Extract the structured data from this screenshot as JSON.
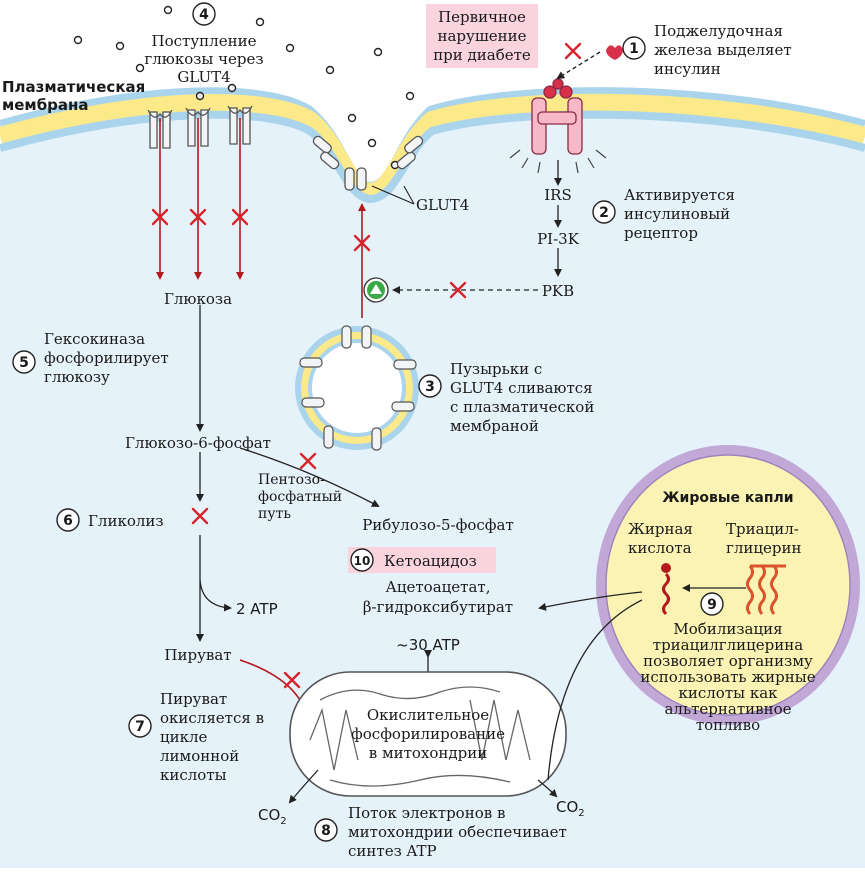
{
  "labels": {
    "membrane": [
      "Плазматическая",
      "мембрана"
    ],
    "step4": {
      "num": "4",
      "lines": [
        "Поступление",
        "глюкозы через",
        "GLUT4"
      ]
    },
    "primary": [
      "Первичное",
      "нарушение",
      "при диабете"
    ],
    "step1": {
      "num": "1",
      "lines": [
        "Поджелудочная",
        "железа выделяет",
        "инсулин"
      ]
    },
    "step2": {
      "num": "2",
      "lines": [
        "Активируется",
        "инсулиновый",
        "рецептор"
      ]
    },
    "step3": {
      "num": "3",
      "lines": [
        "Пузырьки с",
        "GLUT4 сливаются",
        "с плазматической",
        "мембраной"
      ]
    },
    "step5": {
      "num": "5",
      "lines": [
        "Гексокиназа",
        "фосфорилирует",
        "глюкозу"
      ]
    },
    "step6": {
      "num": "6",
      "text": "Гликолиз"
    },
    "step7": {
      "num": "7",
      "lines": [
        "Пируват",
        "окисляется в",
        "цикле",
        "лимонной",
        "кислоты"
      ]
    },
    "step8": {
      "num": "8",
      "lines": [
        "Поток электронов в",
        "митохондрии обеспечивает",
        "синтез ATP"
      ]
    },
    "step9": {
      "num": "9",
      "lines": [
        "Мобилизация",
        "триацилглицерина",
        "позволяет организму",
        "использовать жирные",
        "кислоты как",
        "альтернативное",
        "топливо"
      ]
    },
    "step10": {
      "num": "10",
      "text": "Кетоацидоз"
    },
    "glut4_surface": "GLUT4",
    "irs": "IRS",
    "pi3k": "PI-3K",
    "pkb": "PKB",
    "glucose": "Глюкоза",
    "g6p": "Глюкозо-6-фосфат",
    "pentose": [
      "Пентозо-",
      "фосфатный",
      "путь"
    ],
    "ribulose": "Рибулозо-5-фосфат",
    "ketone_bodies": [
      "Ацетоацетат,",
      "β-гидроксибутират"
    ],
    "atp2": "2 ATP",
    "pyruvate": "Пируват",
    "atp30": "~30 ATP",
    "mito": [
      "Окислительное",
      "фосфорилирование",
      "в митохондрии"
    ],
    "co2": "CO",
    "co2_sub": "2",
    "fat_title": "Жировые капли",
    "fatty_acid": [
      "Жирная",
      "кислота"
    ],
    "tag": [
      "Триацил-",
      "глицерин"
    ]
  },
  "colors": {
    "membrane_yellow": "#fbe98a",
    "membrane_blue": "#a9d4ec",
    "cell": "#e6f2fa",
    "highlight_pink": "#f9d4df",
    "arrow_red": "#b3191d",
    "x_red": "#d9232b",
    "fat_fill": "#faf3b4",
    "fat_border": "#c1a8d6",
    "protein": "#f2f4f5",
    "receptor": "#f7b9c8",
    "green": "#3aa845"
  }
}
